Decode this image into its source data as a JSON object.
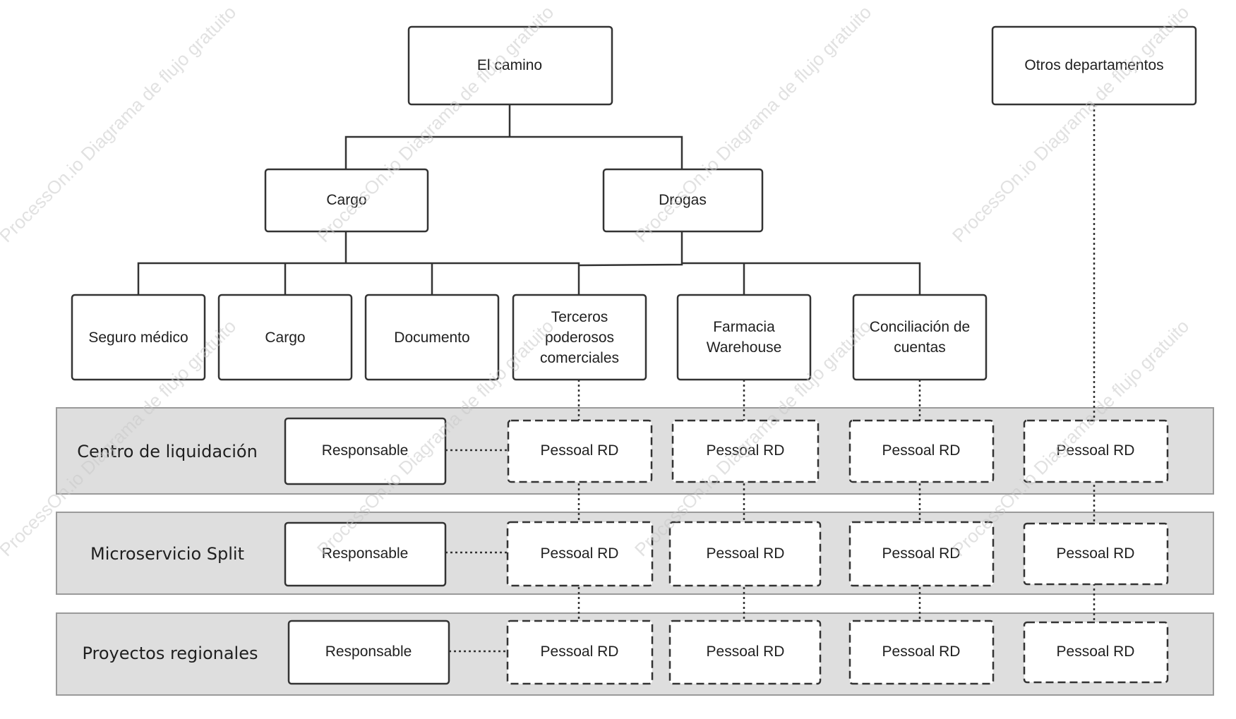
{
  "watermark": "ProcessOn.io Diagrama de flujo gratuito",
  "top_nodes": {
    "root": "El camino",
    "other": "Otros departamentos"
  },
  "second_level": {
    "cargo": "Cargo",
    "drogas": "Drogas"
  },
  "third_level": {
    "seguro": "Seguro médico",
    "cargo": "Cargo",
    "documento": "Documento",
    "terceros": [
      "Terceros",
      "poderosos",
      "comerciales"
    ],
    "farmacia": [
      "Farmacia",
      "Warehouse"
    ],
    "conciliacion": [
      "Conciliación de",
      "cuentas"
    ]
  },
  "lanes": [
    {
      "label": "Centro de liquidación",
      "owner": "Responsable",
      "cells": [
        "Pessoal RD",
        "Pessoal RD",
        "Pessoal RD",
        "Pessoal RD"
      ]
    },
    {
      "label": "Microservicio Split",
      "owner": "Responsable",
      "cells": [
        "Pessoal RD",
        "Pessoal RD",
        "Pessoal RD",
        "Pessoal RD"
      ]
    },
    {
      "label": "Proyectos regionales",
      "owner": "Responsable",
      "cells": [
        "Pessoal RD",
        "Pessoal RD",
        "Pessoal RD",
        "Pessoal RD"
      ]
    }
  ],
  "colors": {
    "lane_fill": "#dedede",
    "lane_border": "#9a9a9a",
    "box_border": "#333333",
    "line": "#333333"
  }
}
